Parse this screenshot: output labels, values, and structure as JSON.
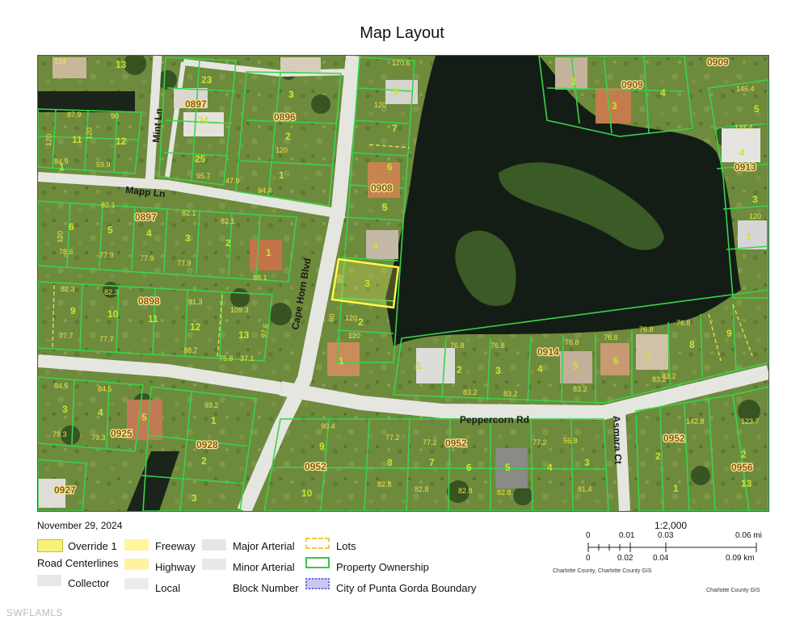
{
  "title": "Map Layout",
  "date": "November 29, 2024",
  "legend": {
    "override": "Override 1",
    "road_centerlines": "Road Centerlines",
    "collector": "Collector",
    "freeway": "Freeway",
    "highway": "Highway",
    "local": "Local",
    "major_arterial": "Major Arterial",
    "minor_arterial": "Minor Arterial",
    "block_number": "Block Number",
    "lots": "Lots",
    "property_ownership": "Property Ownership",
    "city_boundary": "City of Punta Gorda Boundary"
  },
  "scale": {
    "ratio": "1:2,000",
    "mi_ticks": [
      "0",
      "0.01",
      "0.03",
      "0.06 mi"
    ],
    "km_ticks": [
      "0",
      "0.02",
      "0.04",
      "0.09 km"
    ]
  },
  "source_left": "Charlotte County, Charlotte County GIS",
  "source_right": "Charlotte County GIS",
  "watermark": "SWFLAMLS",
  "colors": {
    "parcel": "#39d44a",
    "lot_number": "#c8e632",
    "dim_text": "#f2e24a",
    "block_text": "#8a5a0a",
    "water": "#131c14",
    "road": "#e8e8e2",
    "highlight": "#ffff66"
  },
  "map": {
    "streets": {
      "mint": "Mint Ln",
      "mapp": "Mapp Ln",
      "cape_horn": "Cape Horn Blvd",
      "peppercorn": "Peppercorn Rd",
      "asmara": "Asmara Ct"
    },
    "blocks": {
      "b0897a": "0897",
      "b0897b": "0897",
      "b0896": "0896",
      "b0898": "0898",
      "b0908": "0908",
      "b0909a": "0909",
      "b0909b": "0909",
      "b0913": "0913",
      "b0914": "0914",
      "b0925": "0925",
      "b0928": "0928",
      "b0927": "0927",
      "b0952a": "0952",
      "b0952b": "0952",
      "b0952c": "0952",
      "b0956": "0956"
    },
    "lots": {
      "l23": "23",
      "l24": "24",
      "l25": "25",
      "l13a": "13",
      "l11a": "11",
      "l12a": "12",
      "l3a": "3",
      "l2a": "2",
      "l1a": "1",
      "l8a": "8",
      "l7a": "7",
      "l6a": "6",
      "l5a": "5",
      "l4a": "4",
      "l3h": "3",
      "l2b": "2",
      "l1b": "1",
      "l6b": "6",
      "l5b": "5",
      "l4b": "4",
      "l3b": "3",
      "l2c": "2",
      "l1c": "1",
      "l9a": "9",
      "l10a": "10",
      "l11b": "11",
      "l12b": "12",
      "l13b": "13",
      "l1d": "1",
      "l1e": "1",
      "l2d": "2",
      "l3c": "3",
      "l4c": "4",
      "l5c": "5",
      "l6c": "6",
      "l7c": "7",
      "l8b": "8",
      "l9b": "9",
      "l3d": "3",
      "l4d": "4",
      "l5d": "5",
      "l2e": "2",
      "l1f": "1",
      "l3e": "3",
      "l9c": "9",
      "l10b": "10",
      "l8c": "8",
      "l7d": "7",
      "l6d": "6",
      "l5e": "5",
      "l4e": "4",
      "l3f": "3",
      "l1g": "1",
      "l2f": "2",
      "l2g": "2",
      "l13c": "13",
      "l3g": "3",
      "l4f": "4",
      "l5f": "5",
      "l2h": "2",
      "l4g": "4",
      "l1h": "1",
      "l3i": "3"
    },
    "dims": {
      "d1": "120.6",
      "d2": "87.9",
      "d3": "90",
      "d4": "84.9",
      "d5": "59.9",
      "d6": "120",
      "d7": "82.1",
      "d8": "82.1",
      "d9": "82.1",
      "d10": "78.6",
      "d11": "77.9",
      "d12": "77.9",
      "d13": "77.9",
      "d14": "82.3",
      "d15": "82.3",
      "d16": "91.3",
      "d17": "109.3",
      "d18": "77.7",
      "d19": "77.7",
      "d20": "88.7",
      "d21": "75.8",
      "d22": "37.1",
      "d23": "97.6",
      "d24": "120",
      "d25": "76.8",
      "d26": "76.8",
      "d27": "76.8",
      "d28": "76.8",
      "d29": "76.8",
      "d30": "76.8",
      "d31": "83.2",
      "d32": "83.2",
      "d33": "83.2",
      "d34": "83.2",
      "d35": "84.5",
      "d36": "84.5",
      "d37": "79.3",
      "d38": "79.3",
      "d39": "93.2",
      "d40": "90.4",
      "d41": "77.2",
      "d42": "77.2",
      "d43": "77.2",
      "d44": "56.8",
      "d45": "82.8",
      "d46": "82.8",
      "d47": "82.8",
      "d48": "82.8",
      "d49": "81.4",
      "d50": "142.8",
      "d51": "123.7",
      "d52": "146.4",
      "d53": "120",
      "d54": "120",
      "d55": "94.4",
      "d56": "120",
      "d57": "83.2",
      "d58": "120",
      "d59": "120",
      "d60": "80",
      "d61": "80",
      "d62": "88.1",
      "d63": "124",
      "d64": "137.4",
      "d65": "120",
      "d66": "95.7",
      "d67": "47.9"
    }
  }
}
